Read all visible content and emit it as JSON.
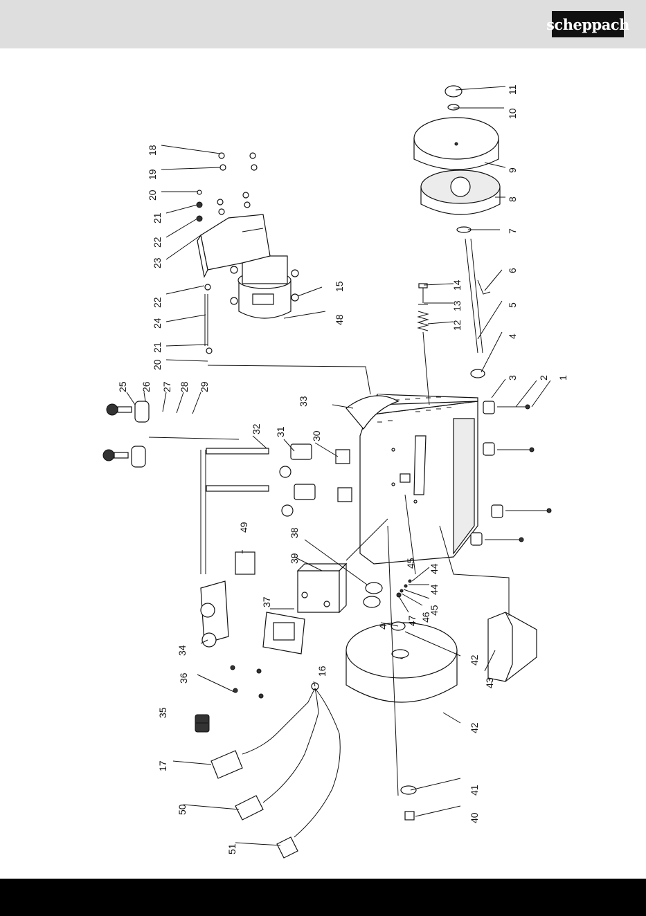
{
  "header": {
    "logo_text": "scheppach",
    "band_color": "#dedede",
    "logo_bg": "#111111"
  },
  "footer": {
    "band_color": "#000000"
  },
  "diagram": {
    "callouts": [
      {
        "id": "c1",
        "label": "1"
      },
      {
        "id": "c2",
        "label": "2"
      },
      {
        "id": "c3",
        "label": "3"
      },
      {
        "id": "c4a",
        "label": "4"
      },
      {
        "id": "c4b",
        "label": "4"
      },
      {
        "id": "c5",
        "label": "5"
      },
      {
        "id": "c6",
        "label": "6"
      },
      {
        "id": "c7",
        "label": "7"
      },
      {
        "id": "c8",
        "label": "8"
      },
      {
        "id": "c9",
        "label": "9"
      },
      {
        "id": "c10",
        "label": "10"
      },
      {
        "id": "c11",
        "label": "11"
      },
      {
        "id": "c12",
        "label": "12"
      },
      {
        "id": "c13",
        "label": "13"
      },
      {
        "id": "c14",
        "label": "14"
      },
      {
        "id": "c15",
        "label": "15"
      },
      {
        "id": "c16",
        "label": "16"
      },
      {
        "id": "c17",
        "label": "17"
      },
      {
        "id": "c18",
        "label": "18"
      },
      {
        "id": "c19",
        "label": "19"
      },
      {
        "id": "c20a",
        "label": "20"
      },
      {
        "id": "c20b",
        "label": "20"
      },
      {
        "id": "c21a",
        "label": "21"
      },
      {
        "id": "c21b",
        "label": "21"
      },
      {
        "id": "c22a",
        "label": "22"
      },
      {
        "id": "c22b",
        "label": "22"
      },
      {
        "id": "c23",
        "label": "23"
      },
      {
        "id": "c24",
        "label": "24"
      },
      {
        "id": "c25",
        "label": "25"
      },
      {
        "id": "c26",
        "label": "26"
      },
      {
        "id": "c27",
        "label": "27"
      },
      {
        "id": "c28",
        "label": "28"
      },
      {
        "id": "c29",
        "label": "29"
      },
      {
        "id": "c30",
        "label": "30"
      },
      {
        "id": "c31",
        "label": "31"
      },
      {
        "id": "c32",
        "label": "32"
      },
      {
        "id": "c33",
        "label": "33"
      },
      {
        "id": "c34",
        "label": "34"
      },
      {
        "id": "c35",
        "label": "35"
      },
      {
        "id": "c36",
        "label": "36"
      },
      {
        "id": "c37",
        "label": "37"
      },
      {
        "id": "c38",
        "label": "38"
      },
      {
        "id": "c39",
        "label": "39"
      },
      {
        "id": "c40",
        "label": "40"
      },
      {
        "id": "c41",
        "label": "41"
      },
      {
        "id": "c42a",
        "label": "42"
      },
      {
        "id": "c42b",
        "label": "42"
      },
      {
        "id": "c43",
        "label": "43"
      },
      {
        "id": "c44a",
        "label": "44"
      },
      {
        "id": "c44b",
        "label": "44"
      },
      {
        "id": "c45a",
        "label": "45"
      },
      {
        "id": "c45b",
        "label": "45"
      },
      {
        "id": "c46",
        "label": "46"
      },
      {
        "id": "c47",
        "label": "47"
      },
      {
        "id": "c48",
        "label": "48"
      },
      {
        "id": "c49",
        "label": "49"
      },
      {
        "id": "c50",
        "label": "50"
      },
      {
        "id": "c51",
        "label": "51"
      }
    ]
  }
}
